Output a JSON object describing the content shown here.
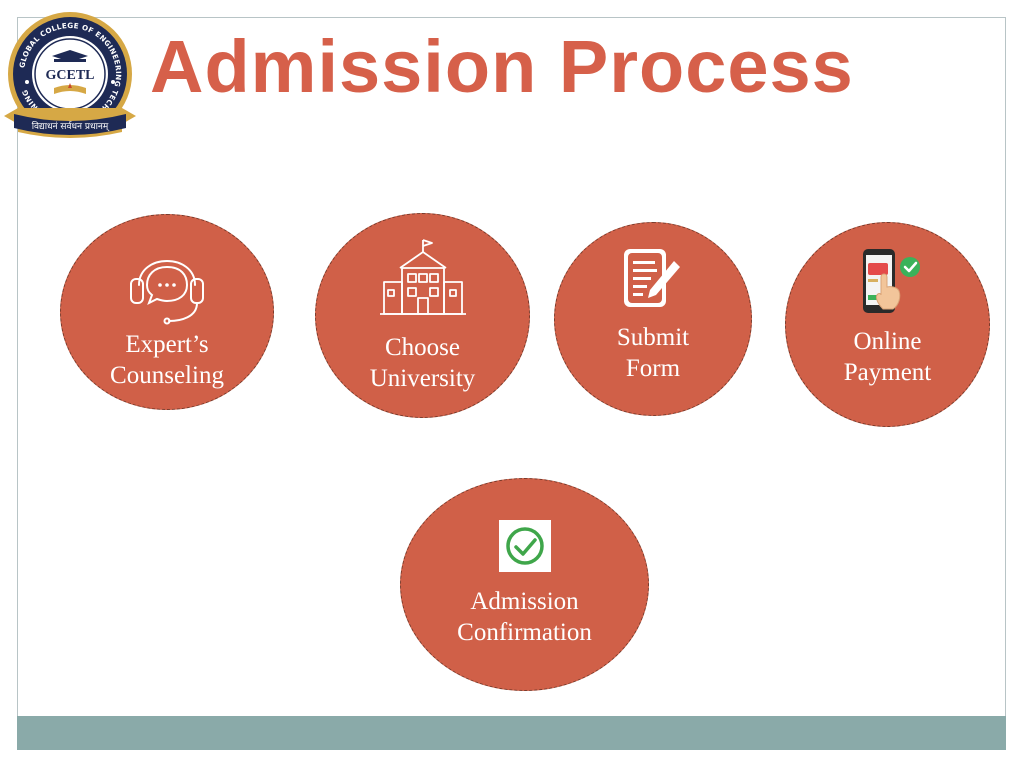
{
  "page": {
    "title": "Admission Process",
    "title_color": "#d6604a"
  },
  "logo": {
    "name": "GCETL",
    "ring_text": "GLOBAL COLLEGE OF ENGINEERING TECHNOLOGY & LEARNING",
    "banner_text": "विद्याधनं सर्वधन प्रधानम्",
    "navy": "#1e2a55",
    "gold": "#d6a845"
  },
  "colors": {
    "circle_fill": "#d06048",
    "circle_border": "#7a3a2a",
    "label_text": "#ffffff",
    "frame_border": "#b8c4c6",
    "footer_bar": "#8aaaa9"
  },
  "steps": [
    {
      "id": "counseling",
      "icon": "headset-chat-icon",
      "line1": "Expert’s",
      "line2": "Counseling"
    },
    {
      "id": "university",
      "icon": "university-building-icon",
      "line1": "Choose",
      "line2": "University"
    },
    {
      "id": "form",
      "icon": "form-pen-icon",
      "line1": "Submit",
      "line2": "Form"
    },
    {
      "id": "payment",
      "icon": "mobile-payment-icon",
      "line1": "Online",
      "line2": "Payment"
    },
    {
      "id": "confirmation",
      "icon": "check-circle-icon",
      "line1": "Admission",
      "line2": "Confirmation"
    }
  ]
}
